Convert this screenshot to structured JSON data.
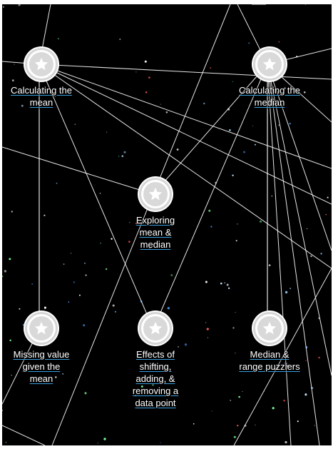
{
  "map": {
    "nodes": [
      {
        "id": "calculating-the-mean",
        "label": "Calculating the\nmean",
        "icon": "star-icon"
      },
      {
        "id": "calculating-the-median",
        "label": "Calculating the\nmedian",
        "icon": "star-icon"
      },
      {
        "id": "exploring-mean-median",
        "label": "Exploring\nmean &\nmedian",
        "icon": "star-icon"
      },
      {
        "id": "missing-value",
        "label": "Missing value\ngiven the\nmean",
        "icon": "star-icon"
      },
      {
        "id": "effects-of-shifting",
        "label": "Effects of\nshifting,\nadding, &\nremoving a\ndata point",
        "icon": "star-icon"
      },
      {
        "id": "median-range-puzzlers",
        "label": "Median &\nrange puzzlers",
        "icon": "star-icon"
      }
    ]
  },
  "colors": {
    "background": "#000000",
    "frame": "#ffffff",
    "badge_ring": "#d6d6d6",
    "badge_fill": "#d9d9d9",
    "star": "#ffffff",
    "label_underline": "#3aa0e0"
  }
}
